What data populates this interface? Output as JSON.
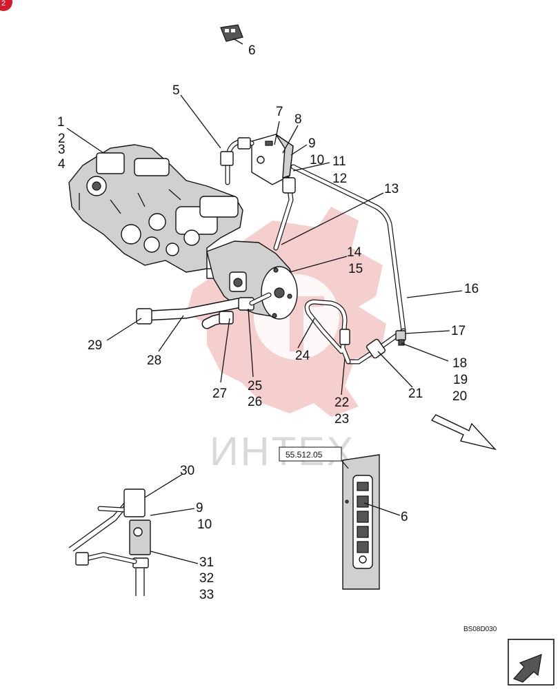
{
  "labels": {
    "c1": "1",
    "c2": "2",
    "c3": "3",
    "c4": "4",
    "c5": "5",
    "c6a": "6",
    "c6b": "6",
    "c7": "7",
    "c8": "8",
    "c9a": "9",
    "c9b": "9",
    "c10a": "10",
    "c10b": "10",
    "c11": "11",
    "c12": "12",
    "c13": "13",
    "c14": "14",
    "c15": "15",
    "c16": "16",
    "c17": "17",
    "c18": "18",
    "c19": "19",
    "c20": "20",
    "c21": "21",
    "c22": "22",
    "c23": "23",
    "c24": "24",
    "c25": "25",
    "c26": "26",
    "c27": "27",
    "c28": "28",
    "c29": "29",
    "c30": "30",
    "c31": "31",
    "c32": "32",
    "c33": "33"
  },
  "reference_box": "55.512.05",
  "drawing_code": "BS08D030",
  "watermark": "ИНТЕХ",
  "colors": {
    "badge": "#d41a2a",
    "watermark_shape": "#f3c2c2",
    "watermark_text": "#d9d9d9"
  },
  "icons": {
    "corner_badge": "pin-badge-icon",
    "direction_arrow": "direction-arrow-icon",
    "nav_button": "next-page-icon"
  }
}
